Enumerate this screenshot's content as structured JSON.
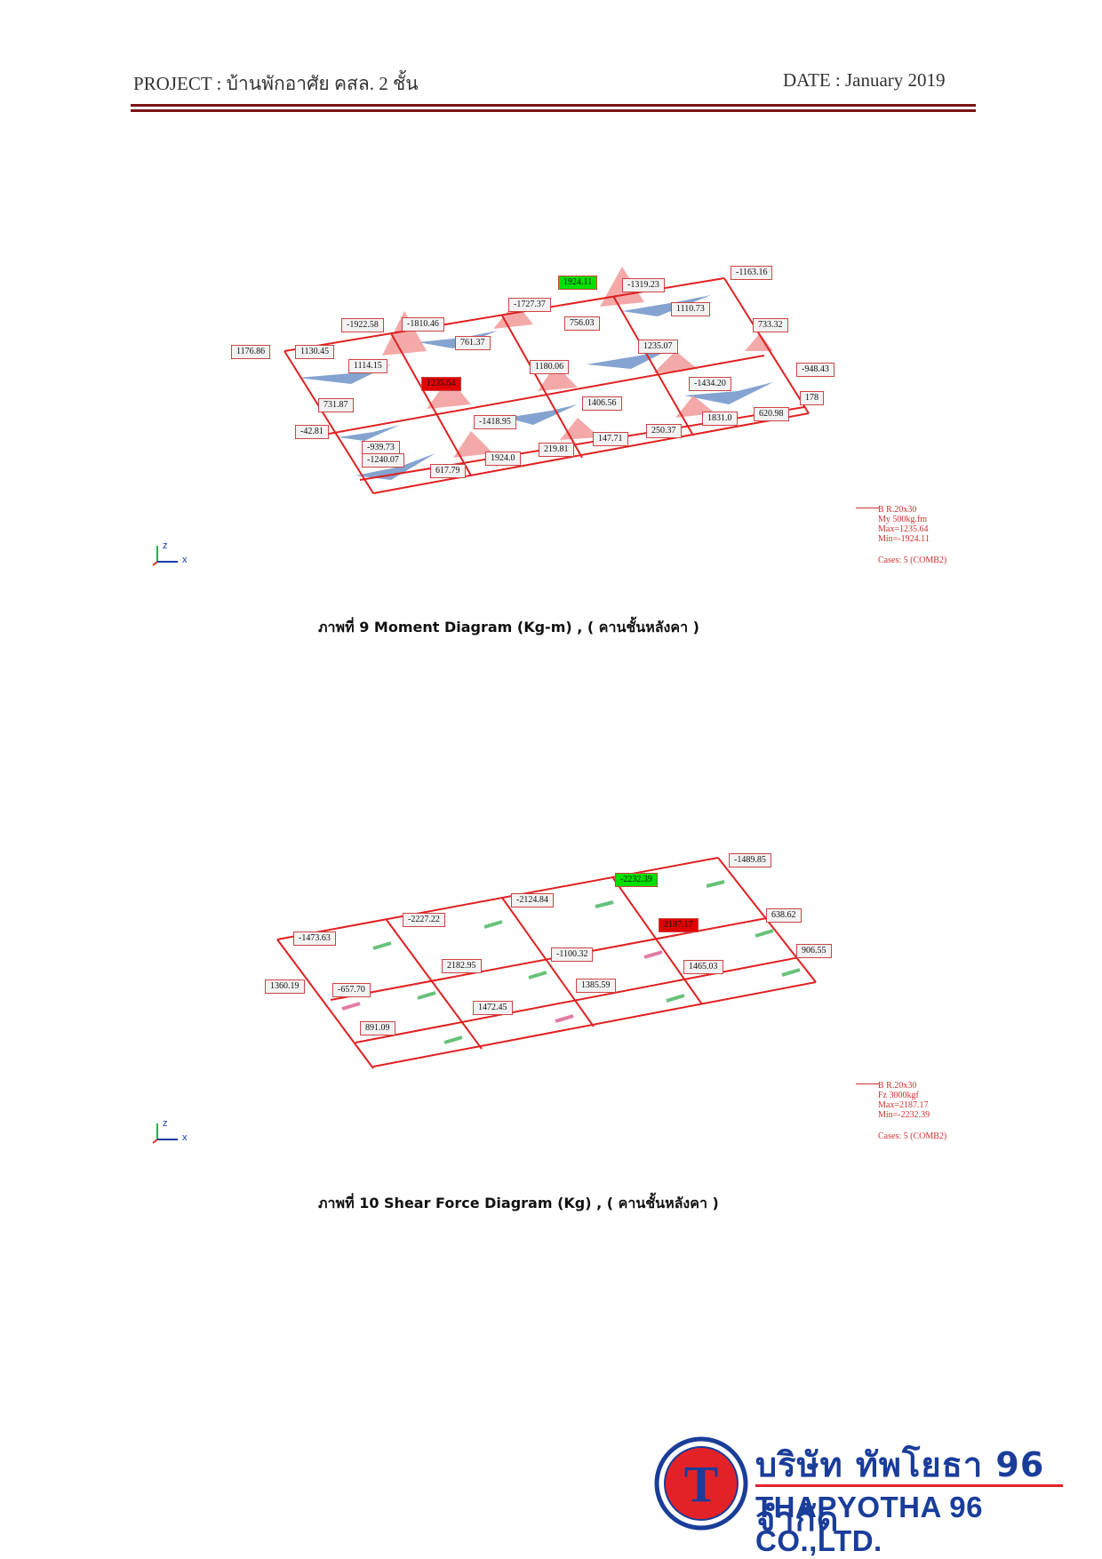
{
  "header": {
    "project": "PROJECT :  บ้านพักอาศัย คสล. 2 ชั้น",
    "date": "DATE : January 2019"
  },
  "figure1": {
    "caption": "ภาพที่  9 Moment Diagram (Kg-m)  , ( คานชั้นหลังคา  )",
    "labels": [
      "1176.86",
      "1130.45",
      "-1922.58",
      "-1810.46",
      "761.37",
      "1114.15",
      "-1727.37",
      "756.03",
      "1924.11",
      "-1319.23",
      "1110.73",
      "-1163.16",
      "733.32",
      "1235.07",
      "1180.06",
      "-948.43",
      "-1434.20",
      "1235.64",
      "731.87",
      "1406.56",
      "-1418.95",
      "-42.81",
      "-939.73",
      "-1240.07",
      "1924.0",
      "219.81",
      "147.71",
      "250.37",
      "1831.0",
      "620.98",
      "617.79",
      "178"
    ],
    "legend": {
      "line1": "B R.20x30",
      "line2": "My  500kg.fm",
      "line3": "Max=1235.64",
      "line4": "Min=-1924.11",
      "line5": "Cases: 5 (COMB2)"
    },
    "axis_z": "z",
    "axis_x": "x"
  },
  "figure2": {
    "caption": "ภาพที่  10 Shear Force Diagram (Kg)   , ( คานชั้นหลังคา  )",
    "labels": [
      "-1489.85",
      "-2232.39",
      "-2124.84",
      "-2227.22",
      "-1473.63",
      "2187.17",
      "638.62",
      "906.55",
      "2182.95",
      "-1100.32",
      "1465.03",
      "1360.19",
      "-657.70",
      "1385.59",
      "1472.45",
      "891.09"
    ],
    "legend": {
      "line1": "B R.20x30",
      "line2": "Fz  3000kgf",
      "line3": "Max=2187.17",
      "line4": "Min=-2232.39",
      "line5": "Cases: 5 (COMB2)"
    },
    "axis_z": "z",
    "axis_x": "x"
  },
  "logo": {
    "thai": "บริษัท ทัพโยธา 96 จำกัด",
    "english": "THAPYOTHA 96 CO.,LTD.",
    "letter": "T"
  },
  "colors": {
    "frame": "#e02020",
    "moment_fill": "#6e93c8",
    "moment_node": "#f3a0a0",
    "shear_green": "#67c27a",
    "shear_pink": "#e47aa6",
    "max_label": "#00e000",
    "min_label": "#e00000",
    "header_rule": "#7a1414",
    "logo_blue": "#1a3d9a"
  }
}
